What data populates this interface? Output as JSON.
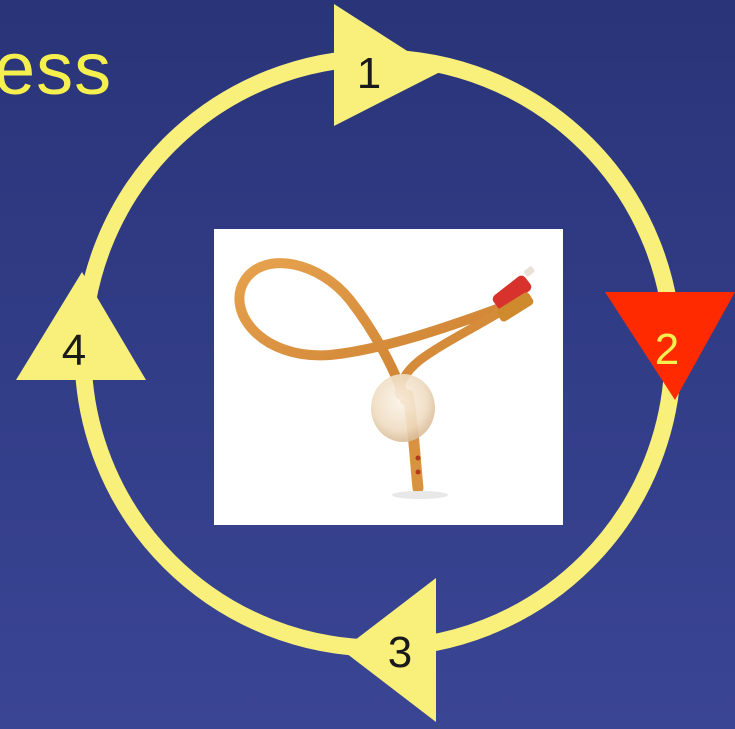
{
  "slide": {
    "title_fragment": "ess"
  },
  "colors": {
    "background": "#313c86",
    "title_text": "#f5f04e",
    "cycle": "#f8f07a",
    "active_step": "#ff2a00",
    "active_step_text": "#f5f04e",
    "step_text": "#1a1a1a"
  },
  "cycle": {
    "direction": "clockwise",
    "active_step": "2",
    "steps": [
      {
        "label": "1",
        "position": "top",
        "arrow": "right",
        "active": false
      },
      {
        "label": "2",
        "position": "right",
        "arrow": "down",
        "active": true
      },
      {
        "label": "3",
        "position": "bottom",
        "arrow": "left",
        "active": false
      },
      {
        "label": "4",
        "position": "left",
        "arrow": "up",
        "active": false
      }
    ]
  },
  "center_image": {
    "icon": "foley-catheter-photo"
  }
}
